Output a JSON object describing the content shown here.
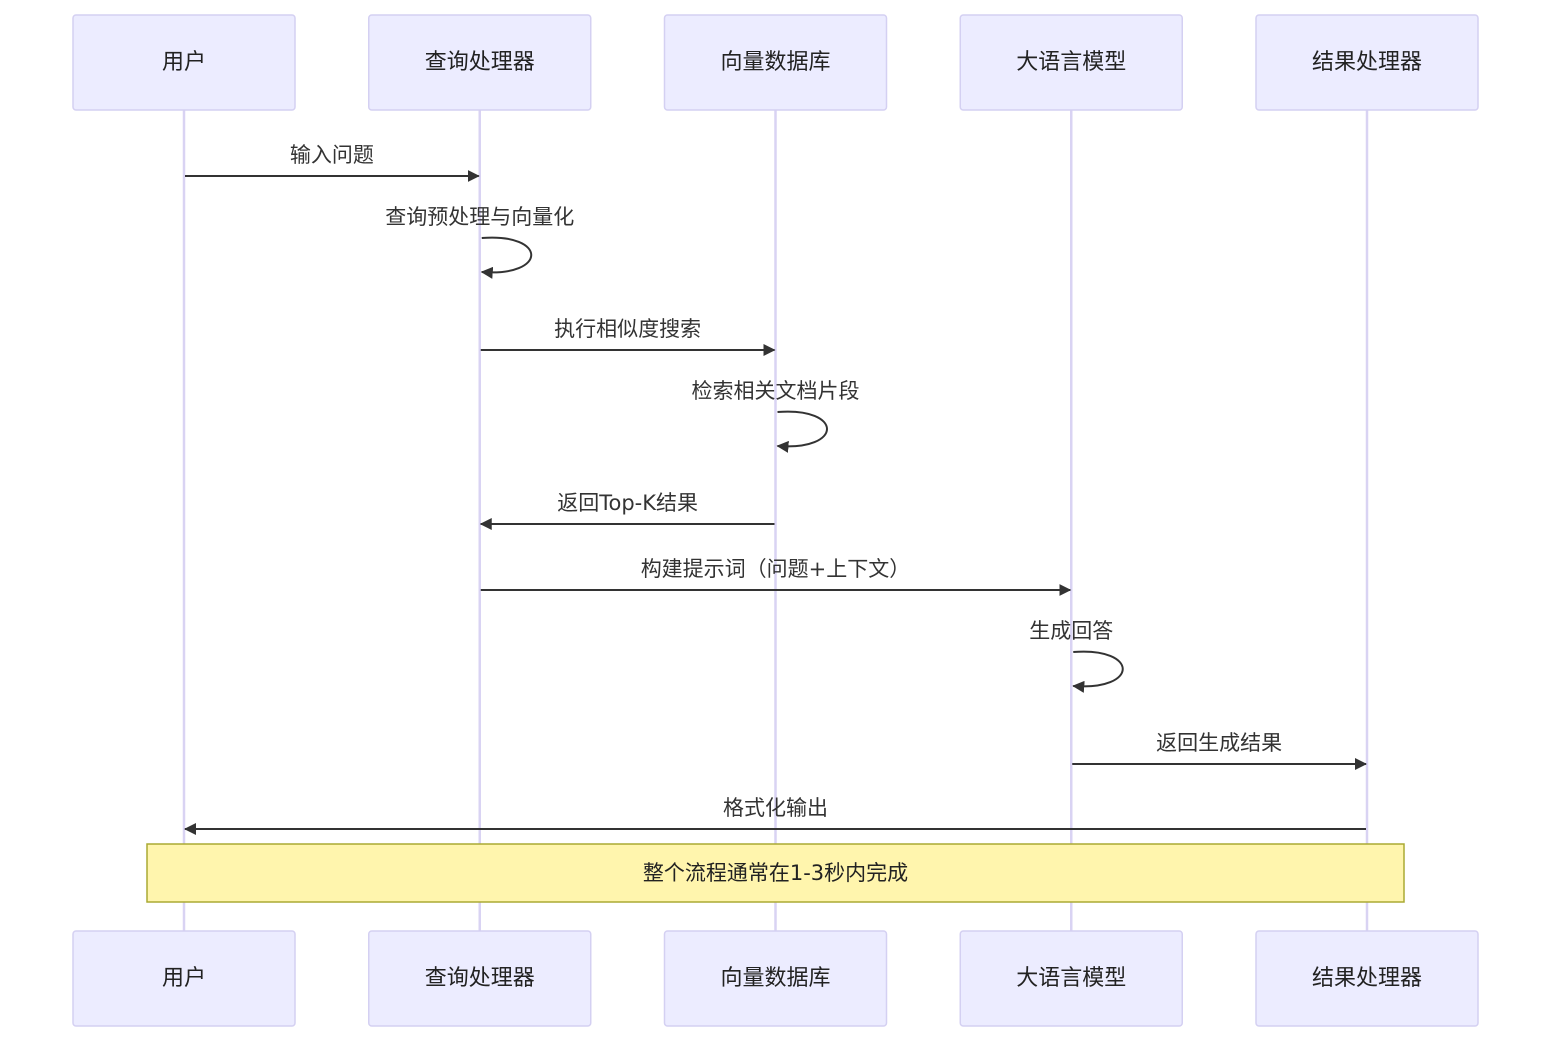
{
  "participants": [
    {
      "id": "user",
      "label": "用户"
    },
    {
      "id": "query",
      "label": "查询处理器"
    },
    {
      "id": "vectordb",
      "label": "向量数据库"
    },
    {
      "id": "llm",
      "label": "大语言模型"
    },
    {
      "id": "result",
      "label": "结果处理器"
    }
  ],
  "messages": [
    {
      "from": "user",
      "to": "query",
      "label": "输入问题"
    },
    {
      "from": "query",
      "to": "query",
      "label": "查询预处理与向量化"
    },
    {
      "from": "query",
      "to": "vectordb",
      "label": "执行相似度搜索"
    },
    {
      "from": "vectordb",
      "to": "vectordb",
      "label": "检索相关文档片段"
    },
    {
      "from": "vectordb",
      "to": "query",
      "label": "返回Top-K结果"
    },
    {
      "from": "query",
      "to": "llm",
      "label": "构建提示词（问题+上下文）"
    },
    {
      "from": "llm",
      "to": "llm",
      "label": "生成回答"
    },
    {
      "from": "llm",
      "to": "result",
      "label": "返回生成结果"
    },
    {
      "from": "result",
      "to": "user",
      "label": "格式化输出"
    }
  ],
  "note": {
    "from": "user",
    "to": "result",
    "label": "整个流程通常在1-3秒内完成"
  },
  "colors": {
    "actor_fill": "#ececff",
    "actor_border": "#d4d0f2",
    "lifeline": "#d9d3f3",
    "message": "#333333",
    "note_fill": "#fff5ad",
    "note_border": "#aaaa33"
  }
}
